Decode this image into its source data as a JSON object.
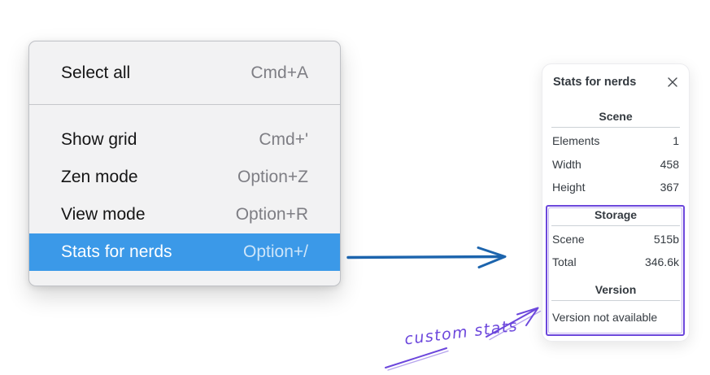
{
  "colors": {
    "highlight_blue": "#3b99e8",
    "arrow_blue": "#1c64ad",
    "annotation_purple": "#6c47dc"
  },
  "context_menu": {
    "items": [
      {
        "label": "Select all",
        "shortcut": "Cmd+A"
      },
      {
        "label": "Show grid",
        "shortcut": "Cmd+'"
      },
      {
        "label": "Zen mode",
        "shortcut": "Option+Z"
      },
      {
        "label": "View mode",
        "shortcut": "Option+R"
      },
      {
        "label": "Stats for nerds",
        "shortcut": "Option+/"
      }
    ]
  },
  "stats_panel": {
    "title": "Stats for nerds",
    "close_icon": "x-icon",
    "sections": [
      {
        "title": "Scene",
        "rows": [
          {
            "label": "Elements",
            "value": "1"
          },
          {
            "label": "Width",
            "value": "458"
          },
          {
            "label": "Height",
            "value": "367"
          }
        ]
      },
      {
        "title": "Storage",
        "rows": [
          {
            "label": "Scene",
            "value": "515b"
          },
          {
            "label": "Total",
            "value": "346.6k"
          }
        ]
      },
      {
        "title": "Version",
        "note": "Version not available"
      }
    ]
  },
  "annotations": {
    "custom_stats_label": "custom stats"
  }
}
